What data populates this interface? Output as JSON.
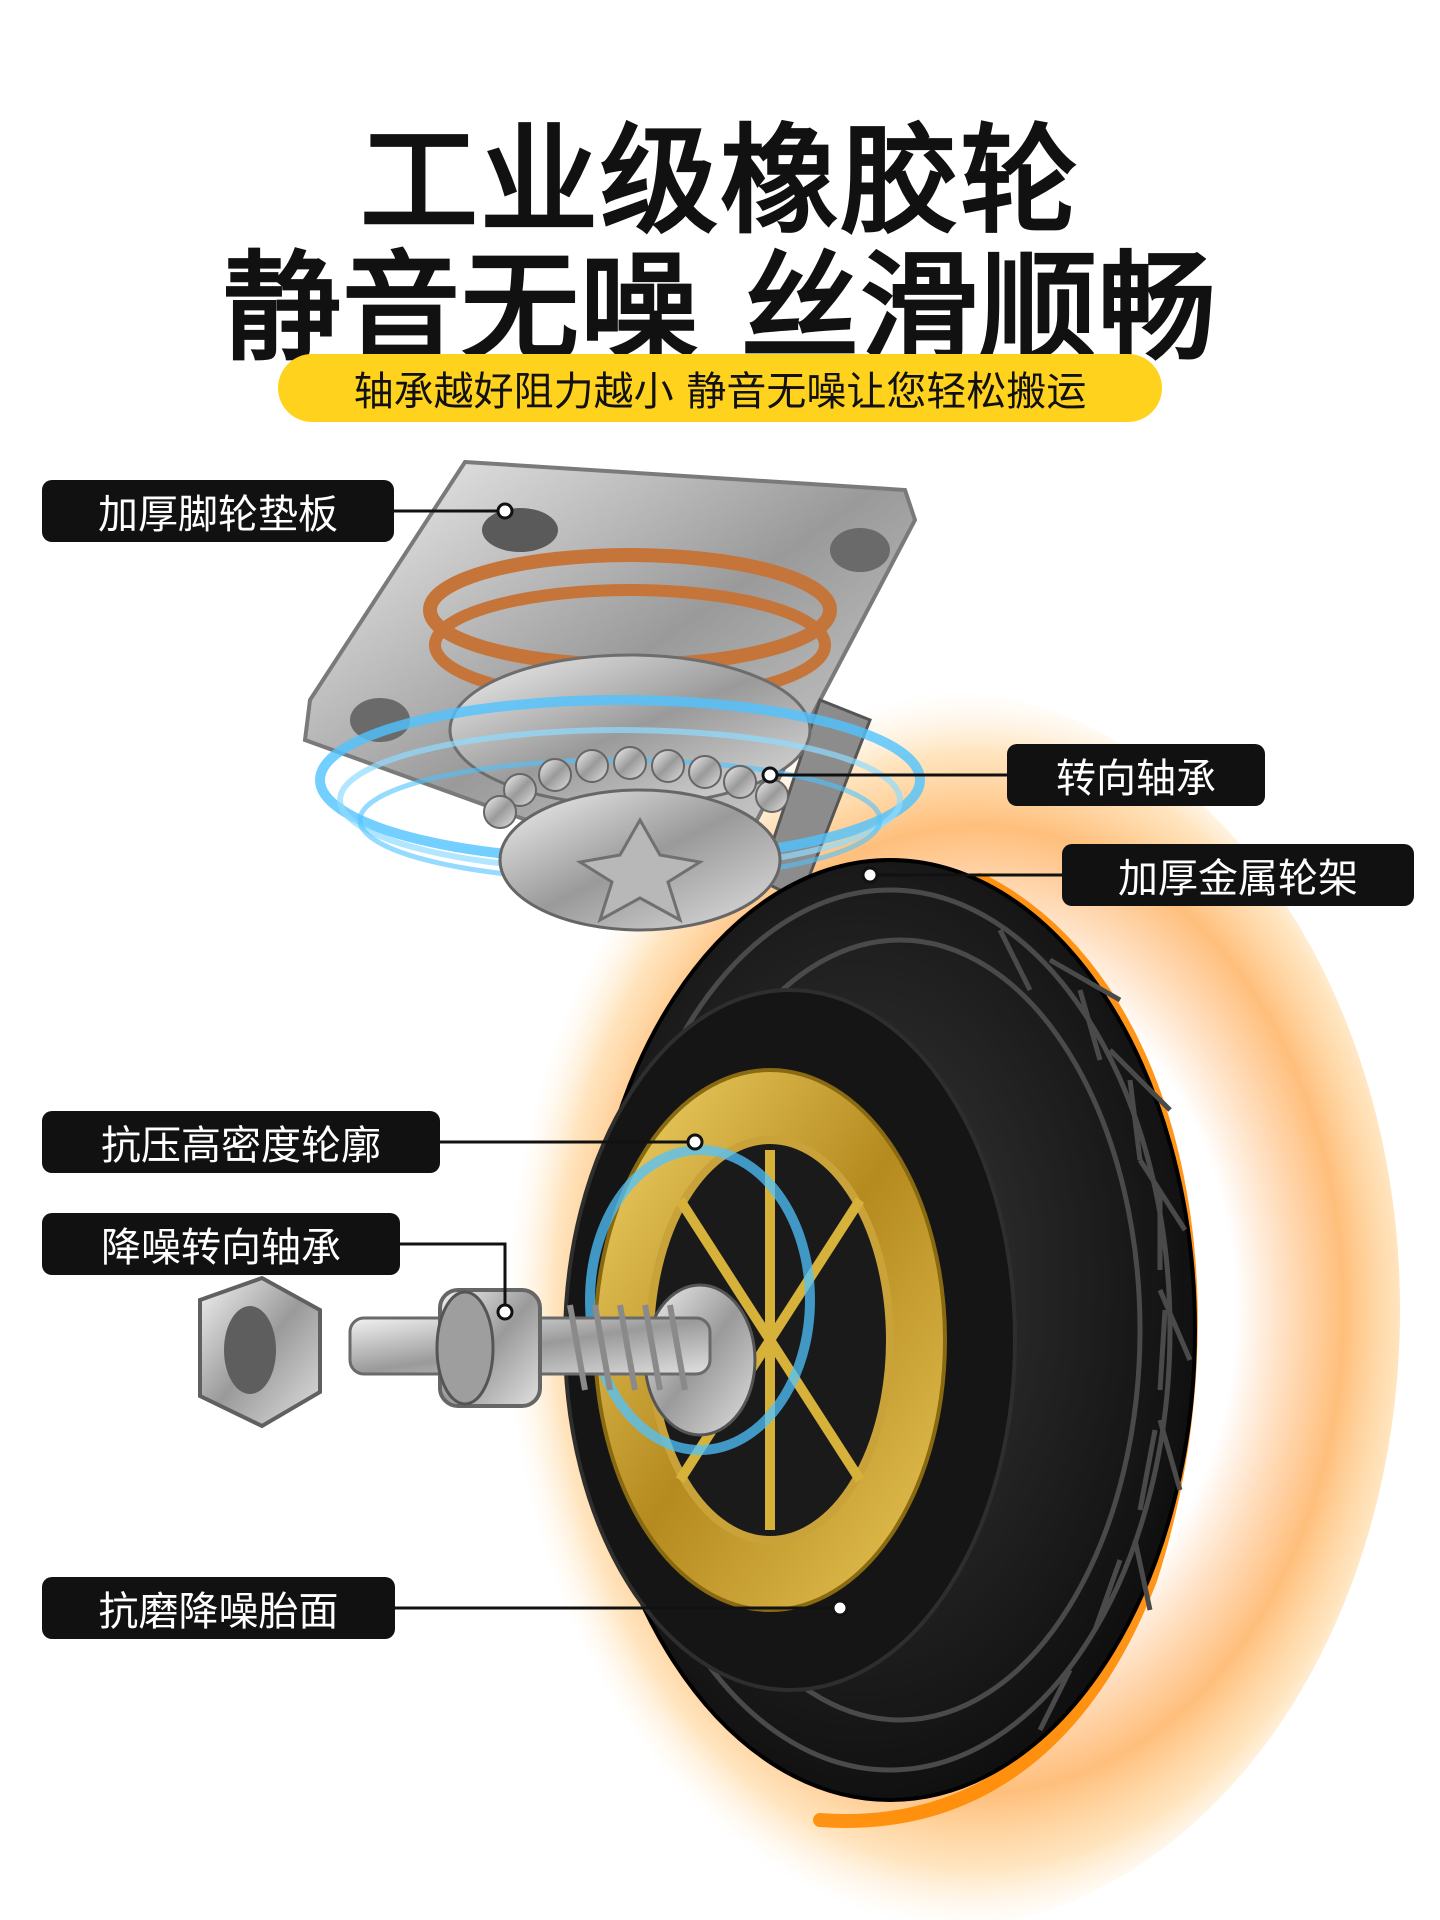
{
  "headline": {
    "line1": "工业级橡胶轮",
    "line2": "静音无噪 丝滑顺畅"
  },
  "tagline": "轴承越好阻力越小 静音无噪让您轻松搬运",
  "callouts": {
    "mounting_plate": "加厚脚轮垫板",
    "swivel_bearing": "转向轴承",
    "metal_bracket": "加厚金属轮架",
    "wheel_hub": "抗压高密度轮廓",
    "axle_bearing": "降噪转向轴承",
    "tread": "抗磨降噪胎面"
  },
  "colors": {
    "accent_yellow": "#ffd21e",
    "label_bg": "#111111",
    "glow_orange": "#ff7a00",
    "glow_blue": "#4fc3ff",
    "hub_gold": "#d7b23a"
  }
}
